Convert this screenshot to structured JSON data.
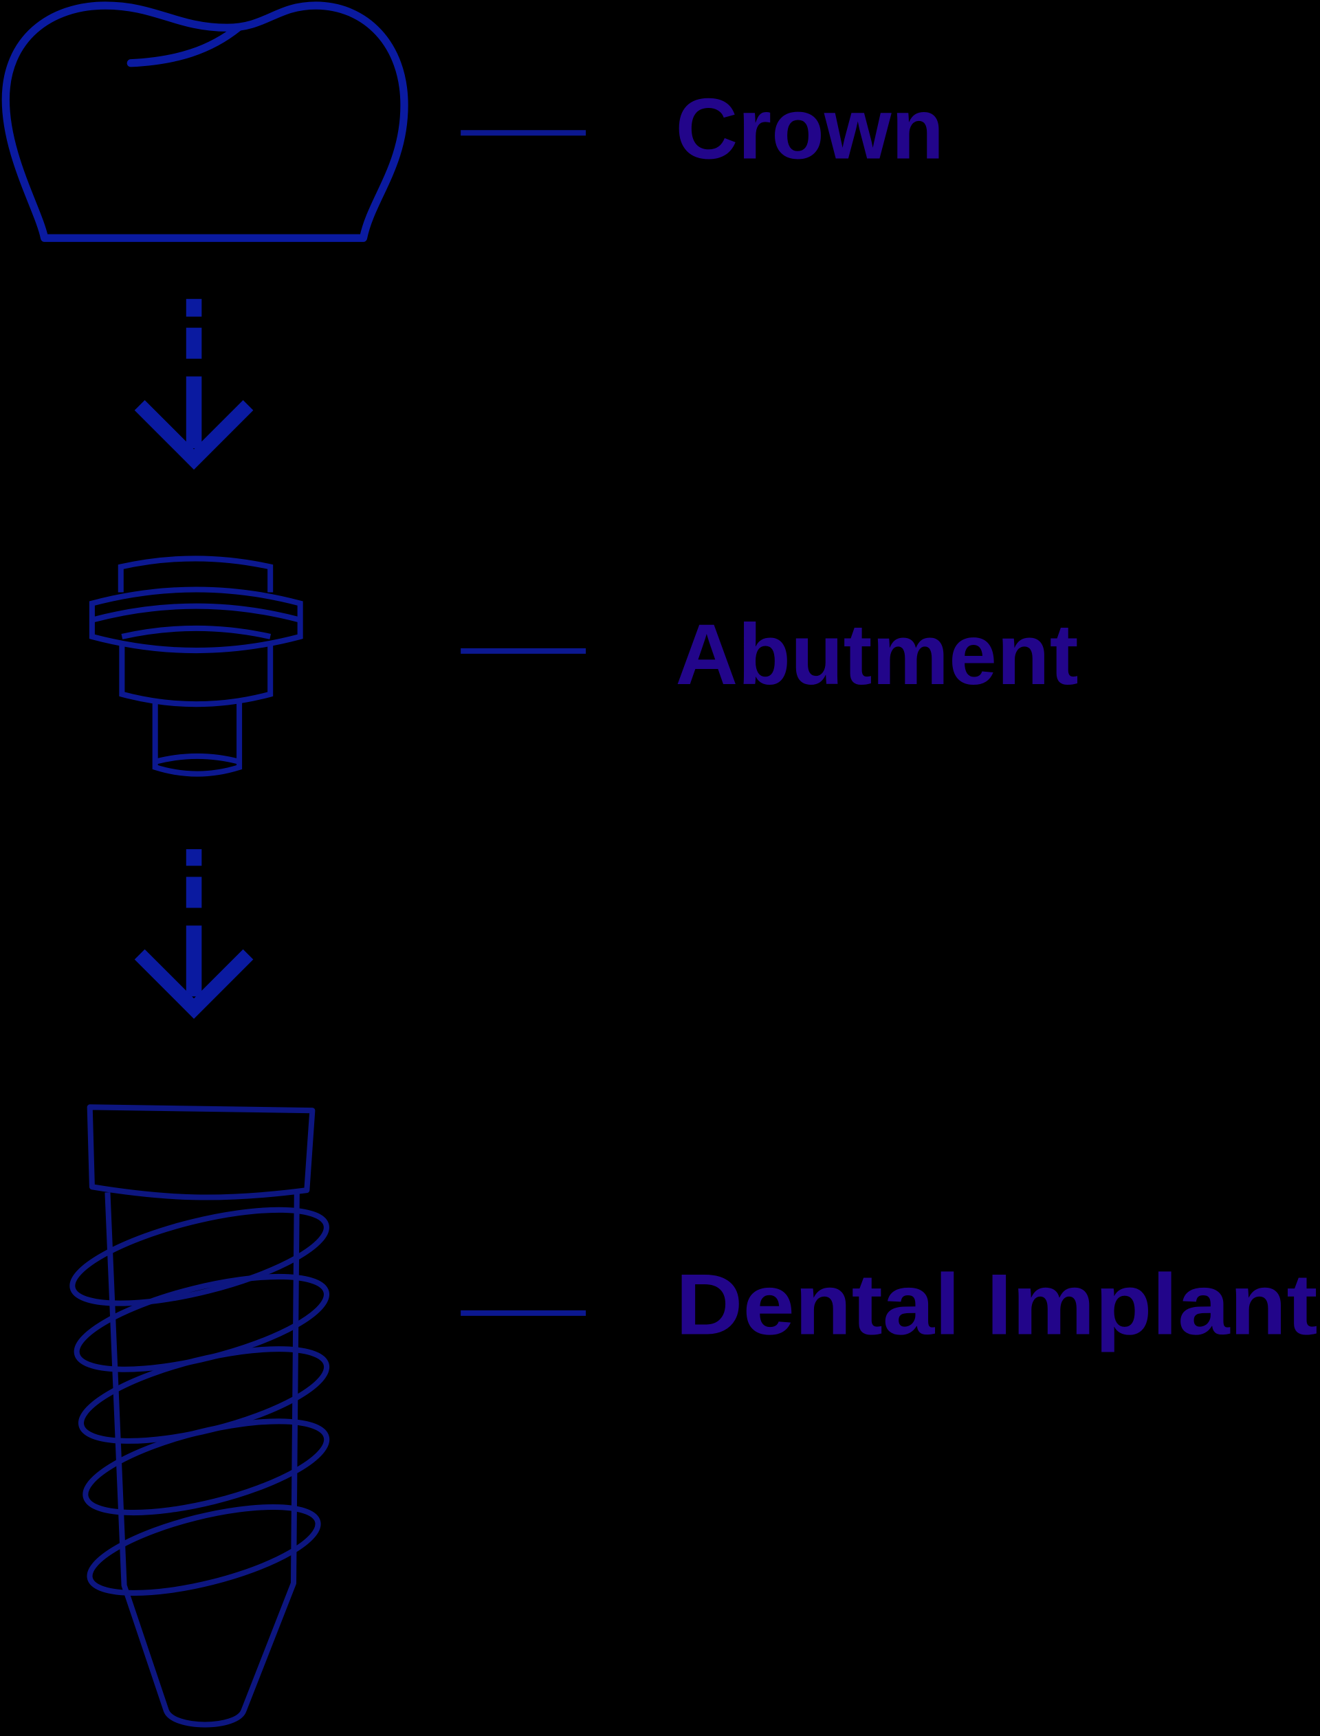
{
  "labels": {
    "crown": "Crown",
    "abutment": "Abutment",
    "implant": "Dental Implant"
  },
  "colors": {
    "background": "#000000",
    "crown_stroke": "#0a1aa0",
    "abutment_stroke": "#0c1890",
    "implant_stroke": "#0d1680",
    "label_text": "#22058a",
    "leader_line": "#0c1890"
  }
}
